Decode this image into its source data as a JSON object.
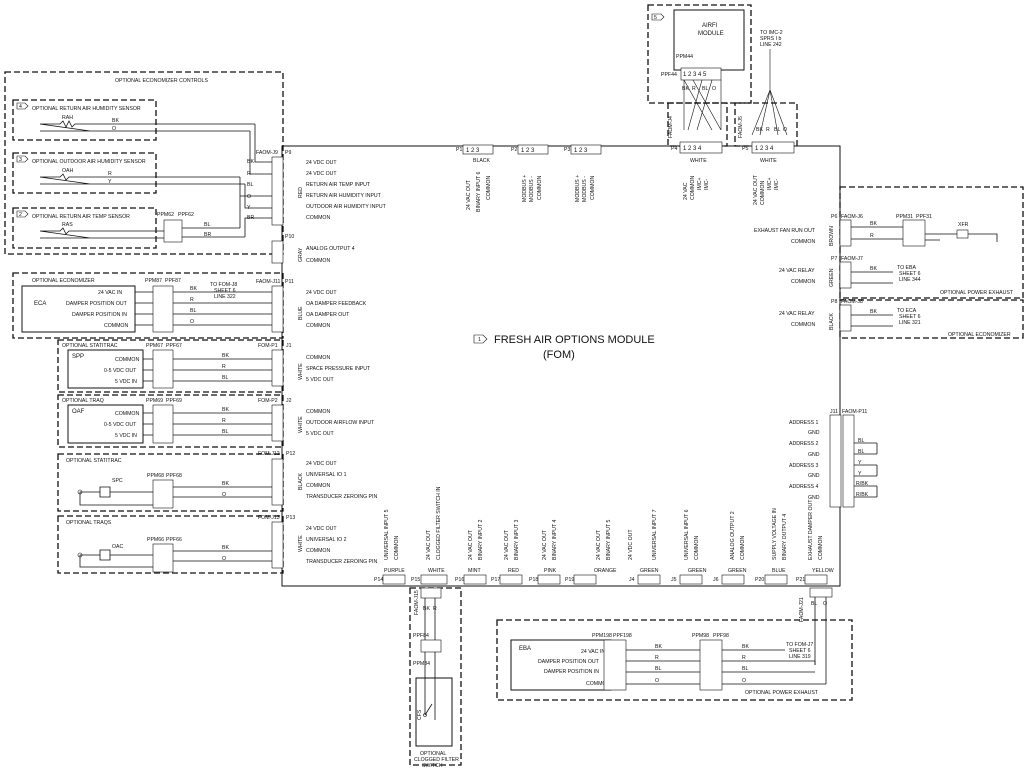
{
  "fom": {
    "badge": "1",
    "title": "FRESH AIR OPTIONS MODULE",
    "abbr": "(FOM)"
  },
  "airfi": {
    "badge": "5",
    "title": "AIRFI",
    "subtitle": "MODULE",
    "ppm": "PPM44",
    "ppf": "PPF44",
    "pins": "1 2 3 4 5",
    "wires": [
      "BK",
      "R",
      "BL",
      "O"
    ]
  },
  "imc": {
    "lines": [
      "TO IMC-2",
      "SPRS I b",
      "LINE 242"
    ],
    "wires": [
      "BK",
      "R",
      "BL",
      "O"
    ]
  },
  "p4": {
    "conn": "FAOM-J4",
    "pin": "P4",
    "color": "WHITE",
    "labels": [
      "24 VAC",
      "COMMON",
      "IMC+",
      "IMC-"
    ]
  },
  "p5": {
    "conn": "FAOM-J5",
    "pin": "P5",
    "color": "WHITE",
    "labels": [
      "24 VAC OUT",
      "COMMON",
      "IMC+",
      "IMC-"
    ]
  },
  "p1": {
    "pin": "P1",
    "color": "BLACK",
    "labels": [
      "24 VAC OUT",
      "BINARY INPUT 6",
      "COMMON"
    ]
  },
  "p2": {
    "pin": "P2",
    "labels": [
      "MODBUS +",
      "MODBUS -",
      "COMMON"
    ]
  },
  "p3": {
    "pin": "P3",
    "labels": [
      "MODBUS +",
      "MODBUS -",
      "COMMON"
    ]
  },
  "econ_controls": {
    "title": "OPTIONAL ECONOMIZER CONTROLS",
    "s4": {
      "badge": "4",
      "label": "OPTIONAL RETURN AIR HUMIDITY SENSOR",
      "dev": "RAH",
      "w1": "BK",
      "w2": "O"
    },
    "s3": {
      "badge": "3",
      "label": "OPTIONAL OUTDOOR AIR HUMIDITY SENSOR",
      "dev": "OAH",
      "w1": "R",
      "w2": "Y"
    },
    "s2": {
      "badge": "2",
      "label": "OPTIONAL RETURN AIR TEMP SENSOR",
      "dev": "RAS",
      "ppm": "PPM62",
      "ppf": "PPF62",
      "w1": "BL",
      "w2": "BR"
    },
    "conn": "FAOM-J9",
    "pin": "P9",
    "color": "RED",
    "wires": [
      "BK",
      "R",
      "BL",
      "O",
      "Y",
      "BR"
    ],
    "labels": [
      "24 VDC OUT",
      "24 VDC OUT",
      "RETURN AIR TEMP INPUT",
      "RETURN AIR HUMIDITY INPUT",
      "OUTDOOR AIR HUMIDITY INPUT",
      "COMMON"
    ]
  },
  "p10": {
    "pin": "P10",
    "color": "GRAY",
    "labels": [
      "ANALOG OUTPUT 4",
      "COMMON"
    ]
  },
  "economizer": {
    "title": "OPTIONAL ECONOMIZER",
    "dev": "ECA",
    "ppm": "PPM87",
    "ppf": "PPF87",
    "left": [
      "24 VAC IN",
      "DAMPER POSITION OUT",
      "DAMPER POSITION IN",
      "COMMON"
    ],
    "wires": [
      "BK",
      "R",
      "BL",
      "O"
    ],
    "to": [
      "TO FOM-J8",
      "SHEET 6",
      "LINE 322"
    ],
    "conn": "FAOM-J11",
    "pin": "P11",
    "color": "BLUE",
    "labels": [
      "24 VDC OUT",
      "OA DAMPER FEEDBACK",
      "OA DAMPER OUT",
      "COMMON"
    ]
  },
  "statitrac1": {
    "title": "OPTIONAL STATITRAC",
    "dev": "SPP",
    "ppm": "PPM67",
    "ppf": "PPF67",
    "left": [
      "COMMON",
      "0-5 VDC OUT",
      "5 VDC IN"
    ],
    "wires": [
      "BK",
      "R",
      "BL"
    ],
    "conn": "FOM-P1",
    "pin": "J1",
    "color": "WHITE",
    "labels": [
      "COMMON",
      "SPACE PRESSURE INPUT",
      "5 VDC OUT"
    ]
  },
  "traq1": {
    "title": "OPTIONAL TRAQ",
    "dev": "OAF",
    "ppm": "PPM69",
    "ppf": "PPF69",
    "left": [
      "COMMON",
      "0-5 VDC OUT",
      "5 VDC IN"
    ],
    "wires": [
      "BK",
      "R",
      "BL"
    ],
    "conn": "FOM-P2",
    "pin": "J2",
    "color": "WHITE",
    "labels": [
      "COMMON",
      "OUTDOOR AIRFLOW INPUT",
      "5 VDC OUT"
    ]
  },
  "statitrac2": {
    "title": "OPTIONAL STATITRAC",
    "dev": "SPC",
    "ppm": "PPM68",
    "ppf": "PPF68",
    "wires": [
      "BK",
      "O"
    ],
    "conn": "FOM-J12",
    "pin": "P12",
    "color": "BLACK",
    "labels": [
      "24 VDC OUT",
      "UNIVERSAL IO 1",
      "COMMON",
      "TRANSDUCER ZEROING PIN"
    ]
  },
  "traq2": {
    "title": "OPTIONAL TRAQS",
    "dev": "OAC",
    "ppm": "PPM66",
    "ppf": "PPF66",
    "wires": [
      "BK",
      "O"
    ],
    "conn": "FOM-J13",
    "pin": "P13",
    "color": "WHITE",
    "labels": [
      "24 VDC OUT",
      "UNIVERSAL IO 2",
      "COMMON",
      "TRANSDUCER ZEROING PIN"
    ]
  },
  "exhaust": {
    "title": "OPTIONAL POWER EXHAUST",
    "conn": "FAOM-J6",
    "pin": "P6",
    "color": "BROWN",
    "ppm": "PPM31",
    "ppf": "PPF31",
    "dev": "XFR",
    "wires": [
      "BK",
      "R"
    ],
    "labels": [
      "EXHAUST FAN RUN OUT",
      "COMMON"
    ]
  },
  "p7": {
    "conn": "FAOM-J7",
    "pin": "P7",
    "color": "GREEN",
    "labels": [
      "24 VAC RELAY",
      "COMMON"
    ],
    "wire": "BK",
    "to": [
      "TO EBA",
      "SHEET 6",
      "LINE 344"
    ]
  },
  "p8": {
    "conn": "FAOM-J8",
    "pin": "P8",
    "color": "BLACK",
    "labels": [
      "24 VAC RELAY",
      "COMMON"
    ],
    "wire": "BK",
    "to": [
      "TO ECA",
      "SHEET 6",
      "LINE 321"
    ],
    "title": "OPTIONAL ECONOMIZER"
  },
  "p11r": {
    "pin": "J11",
    "conn": "FAOM-P11",
    "labels": [
      "ADDRESS 1",
      "GND",
      "ADDRESS 2",
      "GND",
      "ADDRESS 3",
      "GND",
      "ADDRESS 4",
      "GND"
    ],
    "wires": [
      "",
      "",
      "BL",
      "BL",
      "Y",
      "Y",
      "R/BK",
      "R/BK"
    ]
  },
  "bottom": [
    {
      "pin": "P14",
      "color": "PURPLE",
      "labels": [
        "UNIVERSAL INPUT 5",
        "COMMON"
      ]
    },
    {
      "pin": "P15",
      "color": "WHITE",
      "labels": [
        "24 VAC OUT",
        "CLOGGED FILTER SWITCH IN"
      ]
    },
    {
      "pin": "P16",
      "color": "MINT",
      "labels": [
        "24 VAC OUT",
        "BINARY INPUT 2"
      ]
    },
    {
      "pin": "P17",
      "color": "RED",
      "labels": [
        "24 VAC OUT",
        "BINARY INPUT 3"
      ]
    },
    {
      "pin": "P18",
      "color": "PINK",
      "labels": [
        "24 VAC OUT",
        "BINARY INPUT 4"
      ]
    },
    {
      "pin": "P19",
      "color": "ORANGE",
      "labels": [
        "24 VAC OUT",
        "BINARY INPUT 5"
      ]
    },
    {
      "pin": "J4",
      "color": "GREEN",
      "labels": [
        "24 VDC OUT",
        "UNIVERSAL INPUT 7"
      ]
    },
    {
      "pin": "J5",
      "color": "GREEN",
      "labels": [
        "UNIVERSAL INPUT 6",
        "COMMON"
      ]
    },
    {
      "pin": "J6",
      "color": "GREEN",
      "labels": [
        "ANALOG OUTPUT 2",
        "COMMON"
      ]
    },
    {
      "pin": "P20",
      "color": "BLUE",
      "labels": [
        "SUPPLY VOLTAGE IN",
        "BINARY OUTPUT 4"
      ]
    },
    {
      "pin": "P21",
      "color": "YELLOW",
      "labels": [
        "EXHAUST DAMPER OUT",
        "COMMON"
      ]
    }
  ],
  "filter": {
    "conn": "FAOM-J15",
    "wires": [
      "BK",
      "R"
    ],
    "ppf": "PPF84",
    "ppm": "PPM84",
    "dev": "CFS",
    "title": [
      "OPTIONAL",
      "CLOGGED FILTER",
      "SWITCH"
    ]
  },
  "eba": {
    "conn": "FAOM-J21",
    "wires_top": [
      "BL",
      "O"
    ],
    "dev": "EBA",
    "ppm": "PPM198",
    "ppf": "PPF198",
    "ppm2": "PPM98",
    "ppf2": "PPF98",
    "left": [
      "24 VAC IN",
      "DAMPER POSITION OUT",
      "DAMPER POSITION IN",
      "COMMON"
    ],
    "wires": [
      "BK",
      "R",
      "BL",
      "O"
    ],
    "to": [
      "TO FOM-J7",
      "SHEET 6",
      "LINE 319"
    ],
    "title": "OPTIONAL POWER EXHAUST"
  }
}
